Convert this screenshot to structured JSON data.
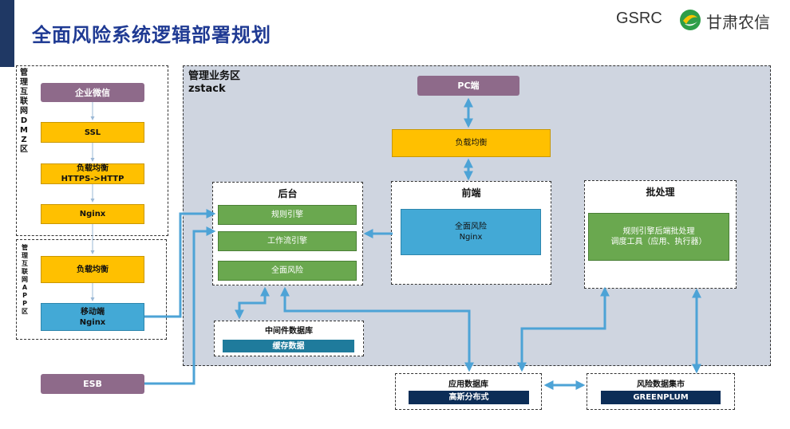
{
  "header": {
    "title": "全面风险系统逻辑部署规划",
    "logo_text": "GSRC",
    "logo_cn": "甘肃农信"
  },
  "zones": {
    "dmz": "管理互联网DMZ区",
    "app": "管理互联网APP区",
    "biz_line1": "管理业务区",
    "biz_line2": "zstack",
    "backend": "后台",
    "frontend": "前端",
    "batch": "批处理",
    "middleware": "中间件数据库",
    "app_db": "应用数据库",
    "mart": "风险数据集市"
  },
  "nodes": {
    "wechat": "企业微信",
    "ssl": "SSL",
    "lb_dmz_1": "负载均衡",
    "lb_dmz_2": "HTTPS->HTTP",
    "nginx_dmz": "Nginx",
    "lb_app": "负载均衡",
    "mobile_1": "移动端",
    "mobile_2": "Nginx",
    "esb": "ESB",
    "pc": "PC端",
    "lb_biz": "负载均衡",
    "rule_engine": "规则引擎",
    "workflow_engine": "工作流引擎",
    "full_risk_backend": "全面风险",
    "front_1": "全面风险",
    "front_2": "Nginx",
    "batch_1": "规则引擎后端批处理",
    "batch_2": "调度工具（应用、执行器）",
    "cache": "缓存数据",
    "gauss": "高斯分布式",
    "greenplum": "GREENPLUM"
  },
  "colors": {
    "title": "#1f3a93",
    "arrow": "#4da3d6",
    "yellow": "#ffc000",
    "purple": "#8e6a8a",
    "green": "#6aa84f",
    "navy": "#0c2d57"
  }
}
